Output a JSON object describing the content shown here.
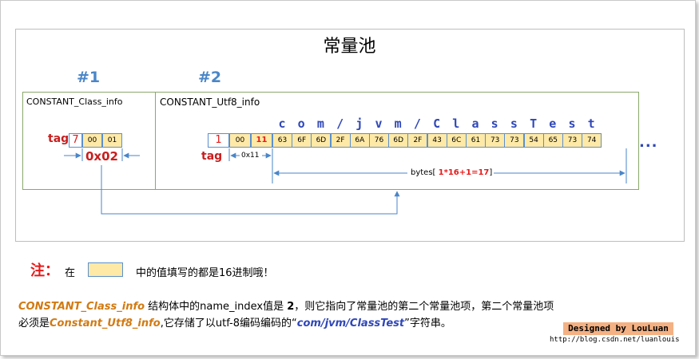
{
  "title": "常量池",
  "entry1": {
    "index_label": "#1",
    "type_label": "CONSTANT_Class_info",
    "tag_label": "tag",
    "tag_value": "7",
    "bytes": [
      "00",
      "01"
    ],
    "index_value": "0x02"
  },
  "entry2": {
    "index_label": "#2",
    "type_label": "CONSTANT_Utf8_info",
    "tag_label": "tag",
    "tag_value": "1",
    "length_bytes": [
      "00",
      "11"
    ],
    "length_label": "0x11",
    "bytes": [
      "63",
      "6F",
      "6D",
      "2F",
      "6A",
      "76",
      "6D",
      "2F",
      "43",
      "6C",
      "61",
      "73",
      "73",
      "54",
      "65",
      "73",
      "74"
    ],
    "chars": [
      "c",
      "o",
      "m",
      "/",
      "j",
      "v",
      "m",
      "/",
      "C",
      "l",
      "a",
      "s",
      "s",
      "T",
      "e",
      "s",
      "t"
    ],
    "bytes_label_prefix": "bytes[",
    "bytes_label_formula": "1*16+1=17",
    "bytes_label_suffix": "]",
    "ellipsis": "..."
  },
  "note": {
    "prefix": "注：",
    "before_swatch": "在",
    "after_swatch": "中的值填写的都是16进制哦！"
  },
  "description": {
    "line1_class": "CONSTANT_Class_info",
    "line1_text1": " 结构体中的name_index值是 ",
    "line1_num": "2",
    "line1_text2": "，则它指向了常量池的第二个常量池项，第二个常量池项",
    "line2_text1": "必须是",
    "line2_class": "Constant_Utf8_info",
    "line2_text2": ",它存储了以utf-8编码编码的“",
    "line2_path": "com/jvm/ClassTest",
    "line2_text3": "”字符串。"
  },
  "credit": {
    "designed": "Designed by LouLuan",
    "url": "http://blog.csdn.net/luanlouis"
  },
  "colors": {
    "byte_fill": "#ffe9a6",
    "byte_border": "#5b8fcc",
    "arrow": "#4a86c8",
    "tag": "#c81e1e",
    "chars": "#2f47b8",
    "hash": "#4a86c8"
  }
}
